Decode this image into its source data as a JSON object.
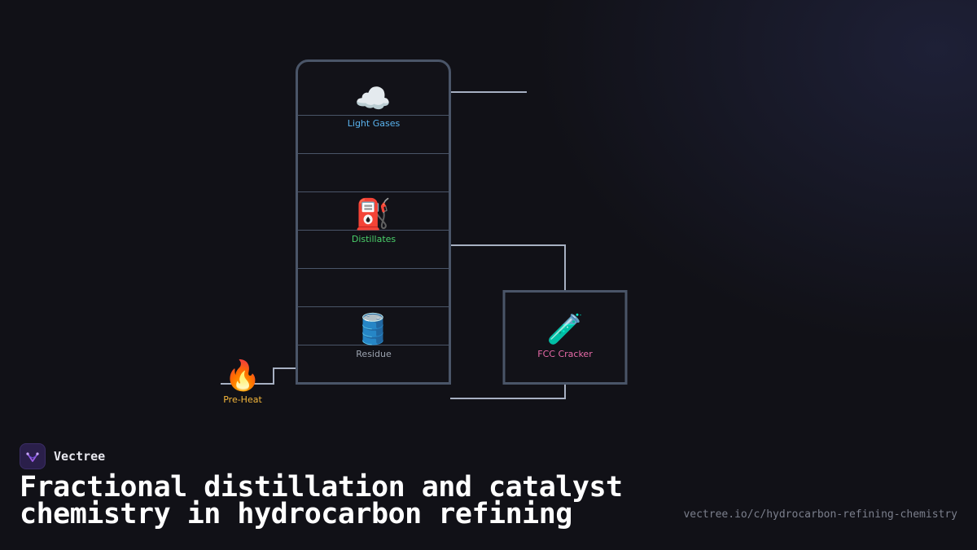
{
  "diagram": {
    "nodes": {
      "light_gases": {
        "label": "Light Gases",
        "icon": "cloud-icon",
        "emoji": "☁️",
        "color": "#5ab4f0"
      },
      "distillates": {
        "label": "Distillates",
        "icon": "fuel-pump-icon",
        "emoji": "⛽",
        "color": "#4ad06a"
      },
      "residue": {
        "label": "Residue",
        "icon": "oil-barrel-icon",
        "emoji": "🛢️",
        "color": "#9ca3af"
      },
      "preheat": {
        "label": "Pre-Heat",
        "icon": "fire-icon",
        "emoji": "🔥",
        "color": "#f5b73b"
      },
      "fcc_cracker": {
        "label": "FCC Cracker",
        "icon": "test-tube-icon",
        "emoji": "🧪",
        "color": "#e86aa8"
      }
    },
    "colors": {
      "column_border": "#4a5568",
      "tray_line": "#4a5568",
      "pipe": "#a7b0c2"
    }
  },
  "footer": {
    "brand": "Vectree",
    "brand_icon": "vectree-logo-icon",
    "title": "Fractional distillation and catalyst chemistry in hydrocarbon refining",
    "url": "vectree.io/c/hydrocarbon-refining-chemistry"
  }
}
